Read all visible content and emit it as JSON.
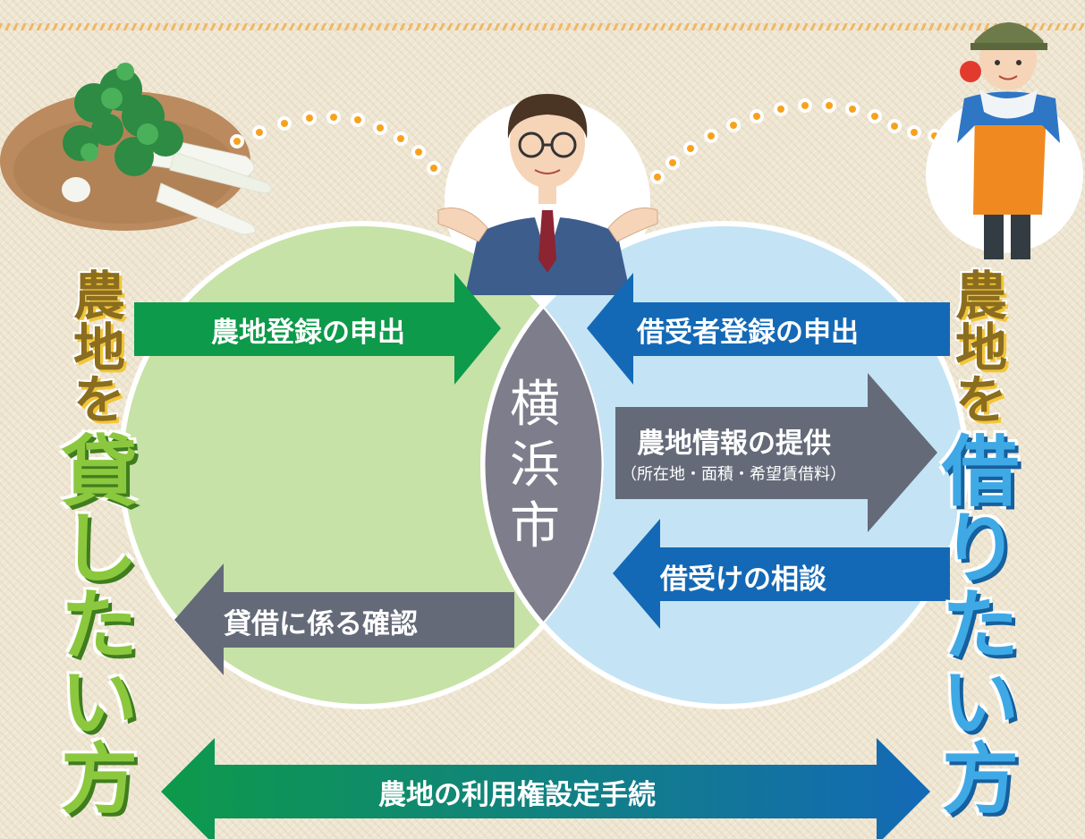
{
  "center": {
    "chars": [
      "横",
      "浜",
      "市"
    ]
  },
  "lender": {
    "line1": [
      "農",
      "地",
      "を"
    ],
    "line2": [
      "貸",
      "し",
      "た",
      "い",
      "方"
    ]
  },
  "borrower": {
    "line1": [
      "農",
      "地",
      "を"
    ],
    "line2": [
      "借",
      "り",
      "た",
      "い",
      "方"
    ]
  },
  "arrows": {
    "lender_register": "農地登録の申出",
    "borrower_register": "借受者登録の申出",
    "info_provision": "農地情報の提供",
    "info_provision_sub": "（所在地・面積・希望賃借料）",
    "borrow_consult": "借受けの相談",
    "lease_confirm": "貸借に係る確認",
    "rights_procedure": "農地の利用権設定手続"
  },
  "colors": {
    "green_circle": "#c6e2a6",
    "blue_circle": "#c4e4f5",
    "center_lens": "#7d7d8b",
    "green_arrow": "#0d9a4a",
    "blue_arrow": "#1469b6",
    "gray_arrow": "#646a78"
  }
}
